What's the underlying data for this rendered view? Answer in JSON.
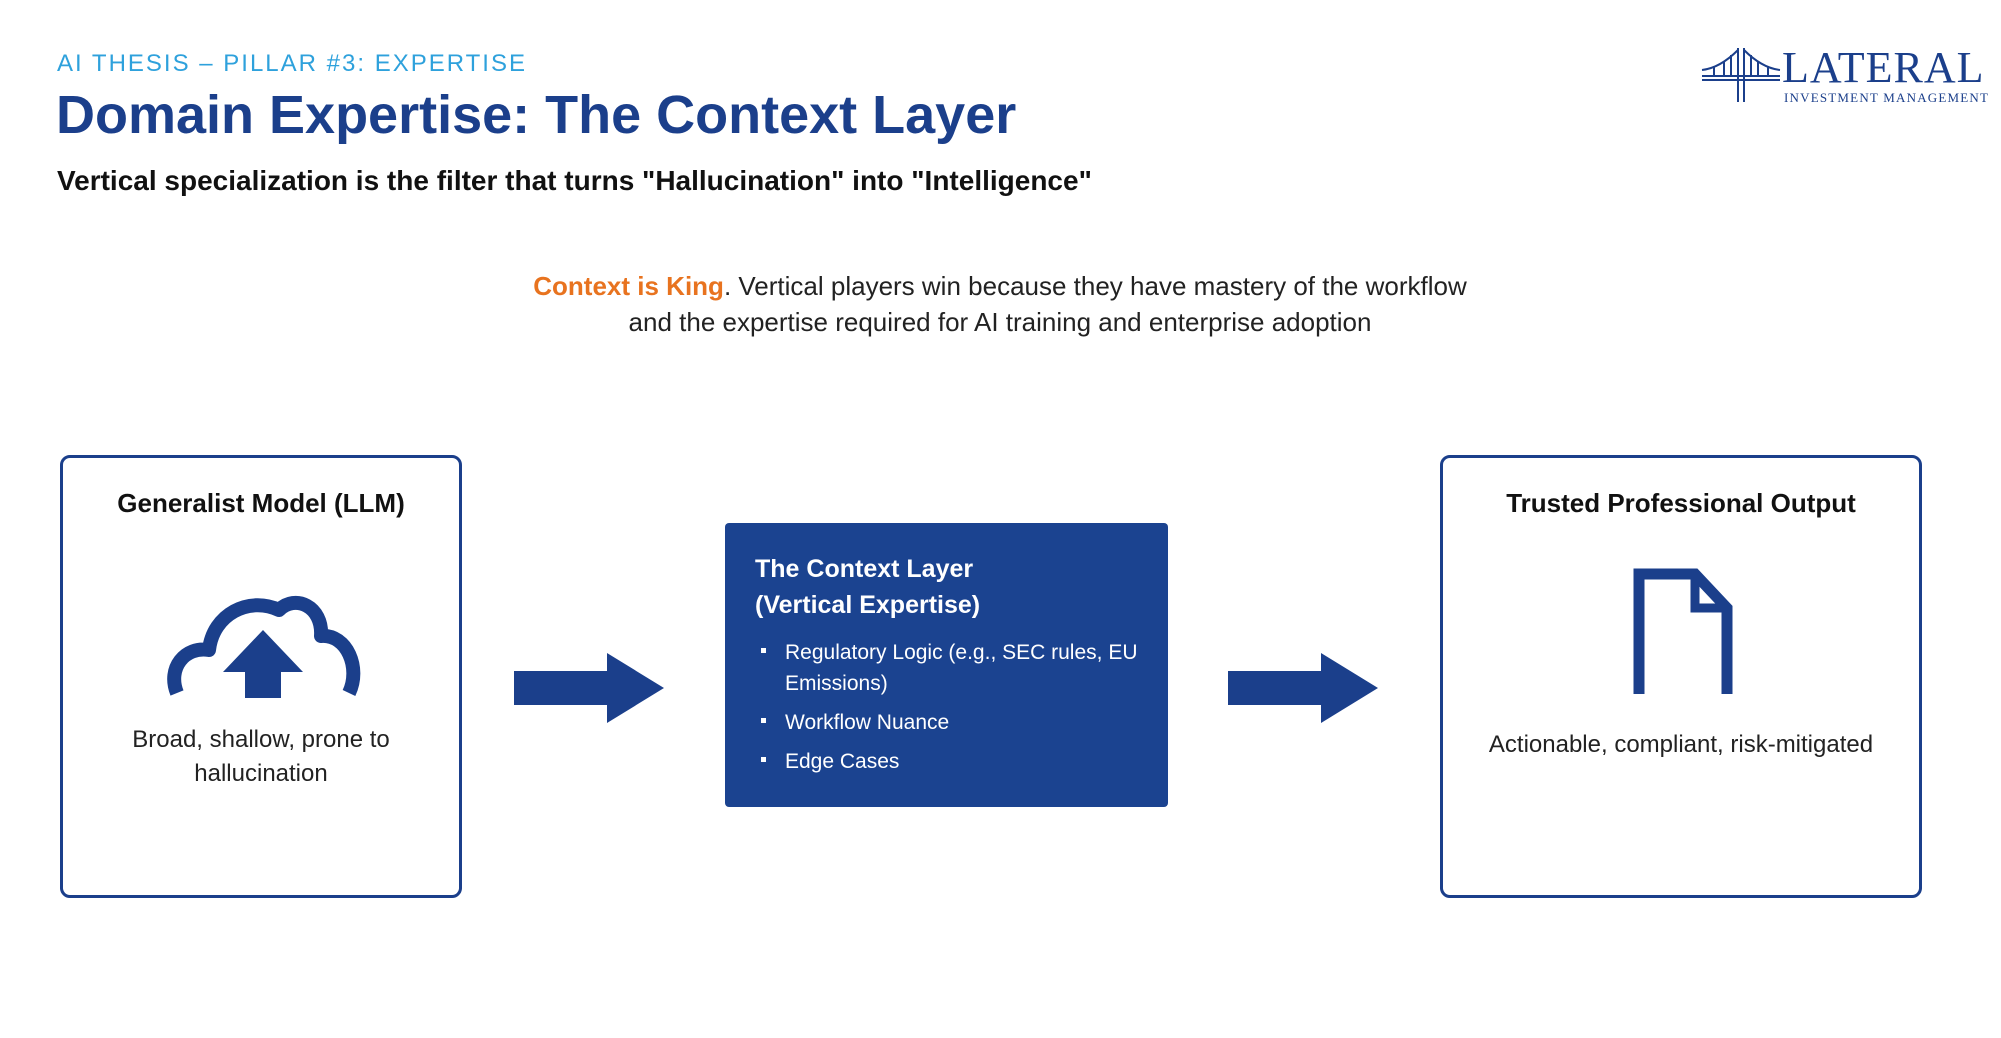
{
  "header": {
    "kicker": "AI THESIS – PILLAR #3: EXPERTISE",
    "title": "Domain Expertise: The Context Layer",
    "subtitle": "Vertical specialization is the filter that turns \"Hallucination\" into \"Intelligence\""
  },
  "logo": {
    "name": "LATERAL",
    "tagline": "INVESTMENT  MANAGEMENT",
    "icon": "bridge-icon"
  },
  "intro": {
    "highlight": "Context is King",
    "line1_rest": ". Vertical players win because they have mastery of the workflow",
    "line2": "and the expertise required for AI training and enterprise adoption"
  },
  "left_card": {
    "title": "Generalist Model (LLM)",
    "icon": "cloud-upload-icon",
    "description": "Broad, shallow, prone to hallucination"
  },
  "middle_card": {
    "title_line1": "The Context Layer",
    "title_line2": "(Vertical Expertise)",
    "items": [
      "Regulatory Logic (e.g., SEC rules, EU Emissions)",
      "Workflow Nuance",
      "Edge Cases"
    ]
  },
  "right_card": {
    "title": "Trusted Professional Output",
    "icon": "document-icon",
    "description": "Actionable, compliant, risk-mitigated"
  },
  "colors": {
    "brand_blue": "#1b3f8b",
    "kicker_blue": "#2ea1dc",
    "accent_orange": "#e8731f",
    "panel_blue": "#1b4390"
  }
}
